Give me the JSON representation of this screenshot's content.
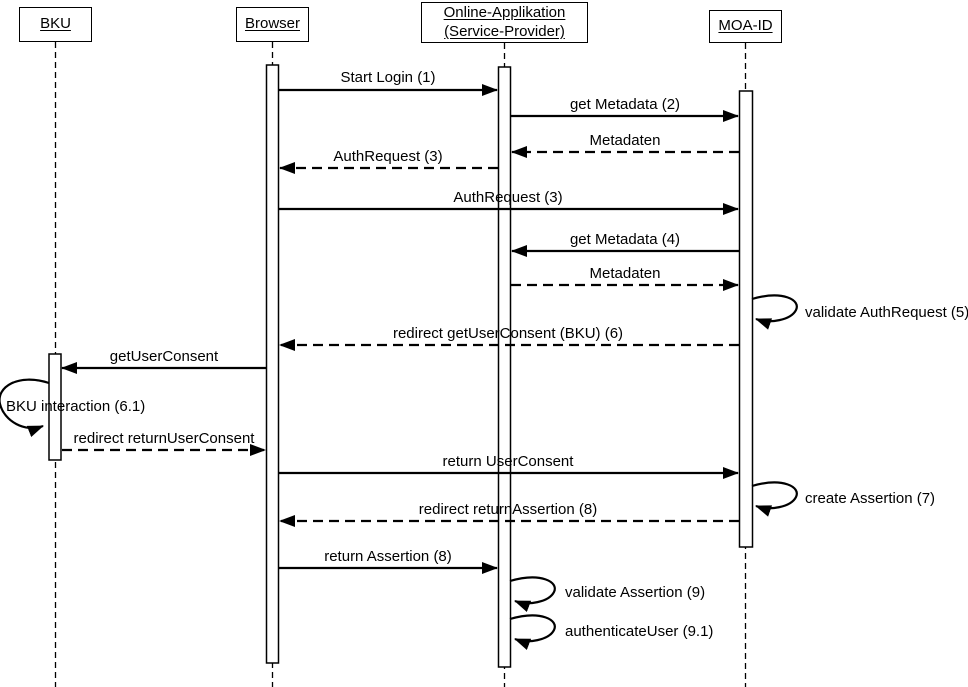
{
  "colors": {
    "background": "#ffffff",
    "line": "#000000",
    "text": "#000000"
  },
  "actors": {
    "bku": {
      "label": "BKU"
    },
    "browser": {
      "label": "Browser"
    },
    "online_app": {
      "label": "Online-Applikation (Service-Provider)"
    },
    "moa_id": {
      "label": "MOA-ID"
    }
  },
  "messages": [
    {
      "label": "Start Login (1)",
      "from": "browser",
      "to": "online_app",
      "line": "solid"
    },
    {
      "label": "get Metadata (2)",
      "from": "online_app",
      "to": "moa_id",
      "line": "solid"
    },
    {
      "label": "Metadaten",
      "from": "moa_id",
      "to": "online_app",
      "line": "dashed"
    },
    {
      "label": "AuthRequest (3)",
      "from": "online_app",
      "to": "browser",
      "line": "dashed"
    },
    {
      "label": "AuthRequest (3)",
      "from": "browser",
      "to": "moa_id",
      "line": "solid"
    },
    {
      "label": "get Metadata (4)",
      "from": "moa_id",
      "to": "online_app",
      "line": "solid"
    },
    {
      "label": "Metadaten",
      "from": "online_app",
      "to": "moa_id",
      "line": "dashed"
    },
    {
      "label": "validate AuthRequest (5)",
      "from": "moa_id",
      "to": "moa_id",
      "line": "self"
    },
    {
      "label": "redirect getUserConsent (BKU) (6)",
      "from": "moa_id",
      "to": "browser",
      "line": "dashed"
    },
    {
      "label": "getUserConsent",
      "from": "browser",
      "to": "bku",
      "line": "solid"
    },
    {
      "label": "BKU interaction (6.1)",
      "from": "bku",
      "to": "bku",
      "line": "self"
    },
    {
      "label": "redirect returnUserConsent",
      "from": "bku",
      "to": "browser",
      "line": "dashed"
    },
    {
      "label": "return UserConsent",
      "from": "browser",
      "to": "moa_id",
      "line": "solid"
    },
    {
      "label": "create Assertion (7)",
      "from": "moa_id",
      "to": "moa_id",
      "line": "self"
    },
    {
      "label": "redirect returnAssertion (8)",
      "from": "moa_id",
      "to": "browser",
      "line": "dashed"
    },
    {
      "label": "return Assertion (8)",
      "from": "browser",
      "to": "online_app",
      "line": "solid"
    },
    {
      "label": "validate Assertion (9)",
      "from": "online_app",
      "to": "online_app",
      "line": "self"
    },
    {
      "label": "authenticateUser (9.1)",
      "from": "online_app",
      "to": "online_app",
      "line": "self"
    }
  ]
}
